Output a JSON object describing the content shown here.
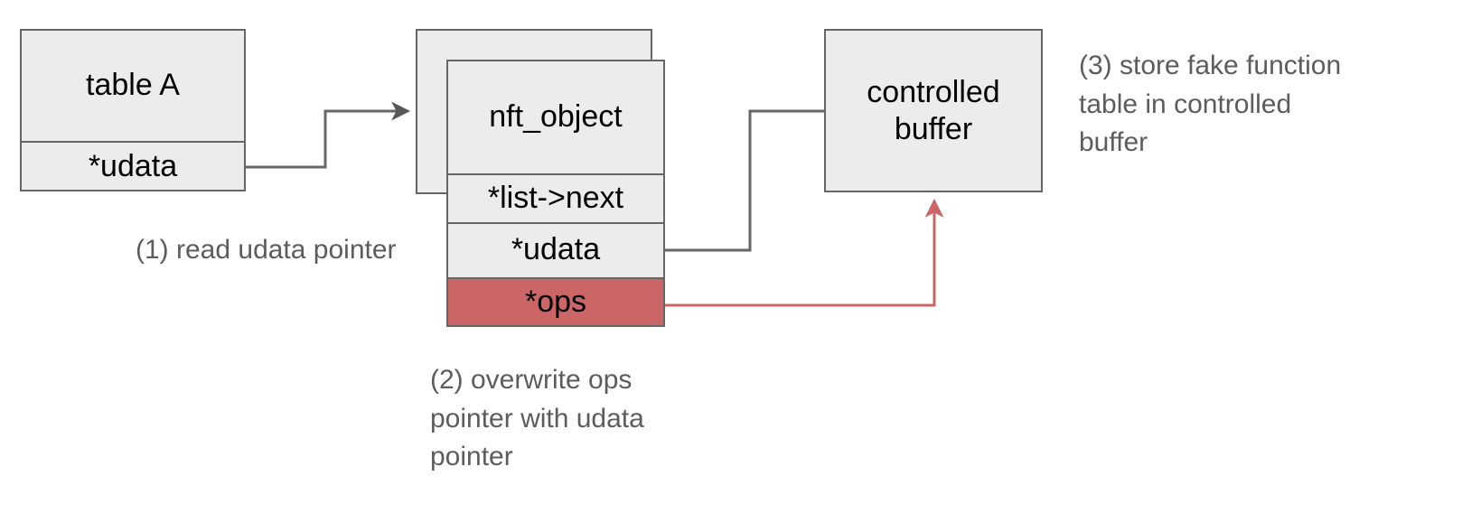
{
  "diagram": {
    "title_alt": "nftables nft_object exploitation flow",
    "colors": {
      "box_fill": "#ececec",
      "box_border": "#666666",
      "highlight_fill": "#cc6666",
      "edge_gray": "#666666",
      "edge_red": "#d96f6f",
      "annotation_text": "#5c5c5c",
      "box_text": "#000000",
      "background": "#ffffff"
    },
    "nodes": {
      "table_a": {
        "header": "table A",
        "field": "*udata"
      },
      "nft_object": {
        "header": "nft_object",
        "fields": [
          "*list->next",
          "*udata",
          "*ops"
        ],
        "highlighted_field": "*ops",
        "stacked": true
      },
      "controlled_buffer": {
        "label": "controlled\nbuffer"
      }
    },
    "annotations": [
      {
        "id": "step-1",
        "text": "(1) read udata pointer"
      },
      {
        "id": "step-2",
        "text": "(2) overwrite ops\npointer with udata\npointer"
      },
      {
        "id": "step-3",
        "text": "(3) store fake function\ntable in controlled\nbuffer"
      }
    ],
    "edges": [
      {
        "id": "table-a-udata-to-nft-object",
        "from": "table A *udata",
        "to": "nft_object",
        "color": "#666666",
        "style": "orthogonal-arrow"
      },
      {
        "id": "nft-object-udata-to-controlled-buffer",
        "from": "nft_object *udata",
        "to": "controlled buffer",
        "color": "#666666",
        "style": "orthogonal-arrow"
      },
      {
        "id": "nft-object-ops-to-controlled-buffer",
        "from": "nft_object *ops",
        "to": "controlled buffer",
        "color": "#d96f6f",
        "style": "orthogonal-arrow"
      }
    ]
  }
}
